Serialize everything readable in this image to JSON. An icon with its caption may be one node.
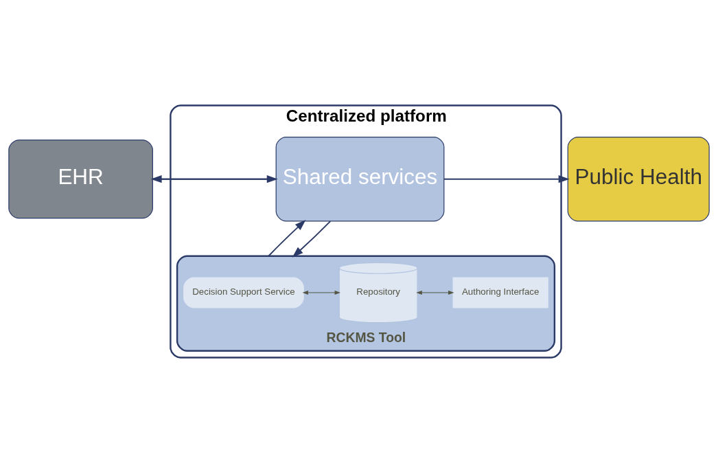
{
  "diagram": {
    "nodes": [
      {
        "text": [
          "EHR"
        ]
      },
      {
        "text": [
          "Centralized platform"
        ]
      },
      {
        "text": [
          "Shared services"
        ],
        "in": 1
      },
      {
        "text": [
          "Public Health"
        ]
      },
      {
        "text": [
          "RCKMS Tool"
        ],
        "in": 1
      },
      {
        "text": [
          "Decision Support Service"
        ],
        "in": 4
      },
      {
        "text": [
          "Repository"
        ],
        "in": 4
      },
      {
        "text": [
          "Authoring Interface"
        ],
        "in": 4
      }
    ],
    "edges": [
      {
        "from": 0,
        "to": 2,
        "arrow": "to"
      },
      {
        "from": 2,
        "to": 0,
        "arrow": "to"
      },
      {
        "from": 2,
        "to": 3,
        "arrow": "to"
      },
      {
        "from": 2,
        "to": 4,
        "arrow": "to"
      },
      {
        "from": 4,
        "to": 2,
        "arrow": "to"
      },
      {
        "from": 5,
        "to": 6,
        "arrow": "both"
      },
      {
        "from": 6,
        "to": 7,
        "arrow": "both"
      }
    ]
  }
}
